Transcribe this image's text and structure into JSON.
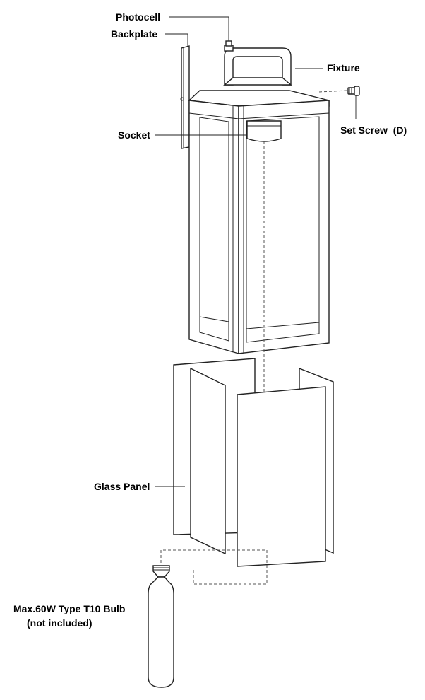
{
  "labels": {
    "photocell": "Photocell",
    "backplate": "Backplate",
    "fixture": "Fixture",
    "set_screw": "Set Screw  (D)",
    "socket": "Socket",
    "glass_panel": "Glass Panel",
    "bulb_line1": "Max.60W Type T10 Bulb",
    "bulb_line2": "(not included)"
  }
}
